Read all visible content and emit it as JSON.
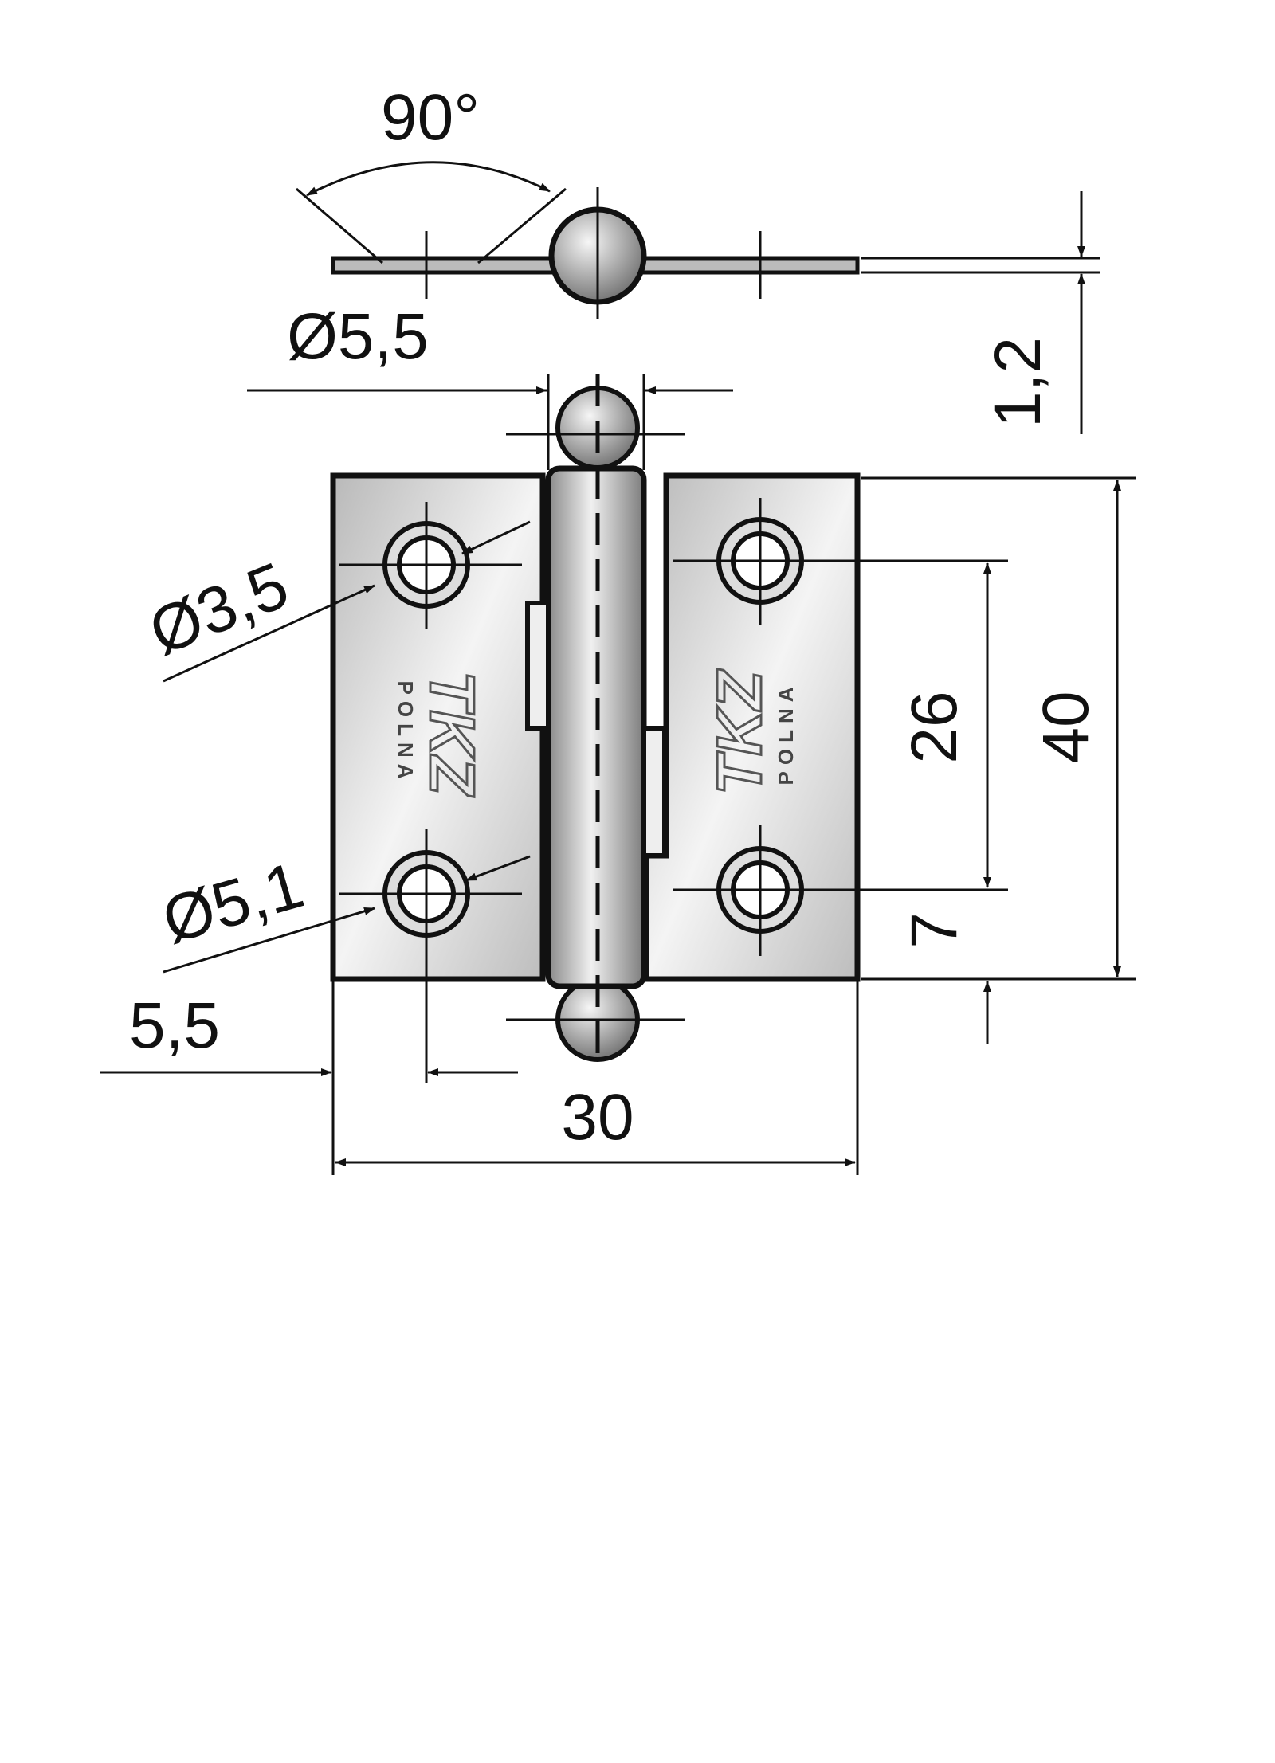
{
  "drawing": {
    "title": "Hinge technical drawing",
    "logo_text": "TKZ POLNA",
    "labels": {
      "angle": "90°",
      "pin_diameter": "Ø5,5",
      "thickness": "1,2",
      "hole_diameter": "Ø3,5",
      "countersink_diameter": "Ø5,1",
      "hole_spacing": "26",
      "height": "40",
      "edge_offset_vertical": "7",
      "edge_offset_horizontal": "5,5",
      "width": "30"
    },
    "colors": {
      "line": "#111111",
      "metal_light": "#f2f2f2",
      "metal_dark": "#9a9a9a"
    }
  }
}
